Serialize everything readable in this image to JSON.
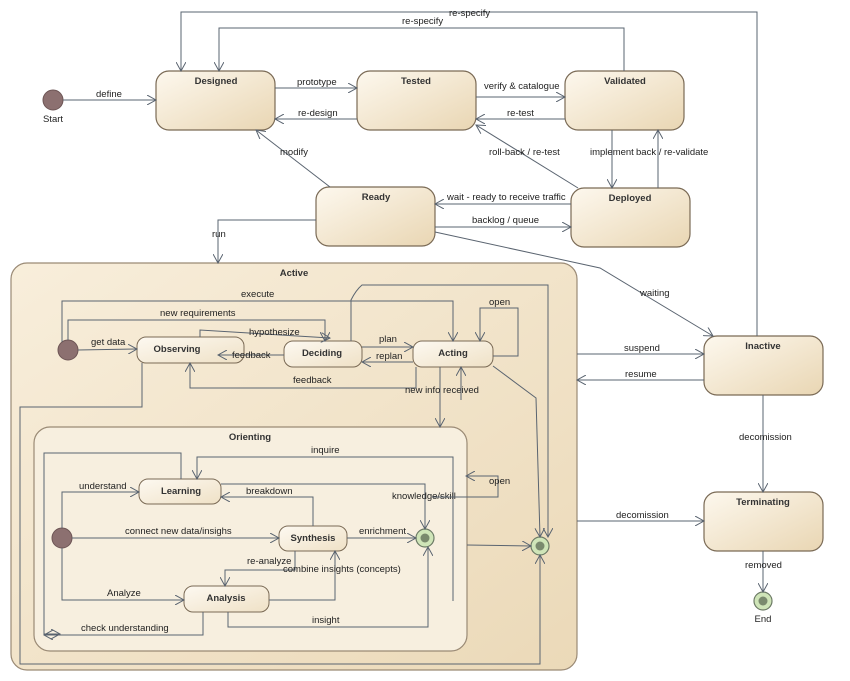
{
  "states": {
    "designed": "Designed",
    "tested": "Tested",
    "validated": "Validated",
    "ready": "Ready",
    "deployed": "Deployed",
    "active": "Active",
    "inactive": "Inactive",
    "terminating": "Terminating",
    "observing": "Observing",
    "deciding": "Deciding",
    "acting": "Acting",
    "orienting": "Orienting",
    "learning": "Learning",
    "synthesis": "Synthesis",
    "analysis": "Analysis"
  },
  "pseudo": {
    "start": "Start",
    "end": "End"
  },
  "transitions": {
    "define": "define",
    "prototype": "prototype",
    "redesign": "re-design",
    "verify": "verify & catalogue",
    "retest": "re-test",
    "respecify1": "re-specify",
    "respecify2": "re-specify",
    "modify": "modify",
    "rollback": "roll-back / re-test",
    "implement": "implement",
    "revalidate": "back / re-validate",
    "wait": "wait - ready to receive traffic",
    "backlog": "backlog / queue",
    "run": "run",
    "waiting": "waiting",
    "execute": "execute",
    "newreq": "new requirements",
    "hypothesize": "hypothesize",
    "getdata": "get data",
    "plan": "plan",
    "replan": "replan",
    "feedback1": "feedback",
    "feedback2": "feedback",
    "open1": "open",
    "newinfo": "new info received",
    "suspend": "suspend",
    "resume": "resume",
    "decom1": "decomission",
    "decom2": "decomission",
    "removed": "removed",
    "inquire": "inquire",
    "understand": "understand",
    "breakdown": "breakdown",
    "knowledge": "knowledge/skill",
    "open2": "open",
    "connect": "connect new data/insighs",
    "enrichment": "enrichment",
    "reanalyze": "re-analyze",
    "combine": "combine insights (concepts)",
    "analyze": "Analyze",
    "checkund": "check understanding",
    "insight": "insight"
  },
  "colors": {
    "state_fill_top": "#fbf4e6",
    "state_fill_bottom": "#ead8b6",
    "region_fill": "#f3e6cc",
    "edge": "#5a6470",
    "initial": "#8c7070",
    "final": "#cfe5b8"
  }
}
